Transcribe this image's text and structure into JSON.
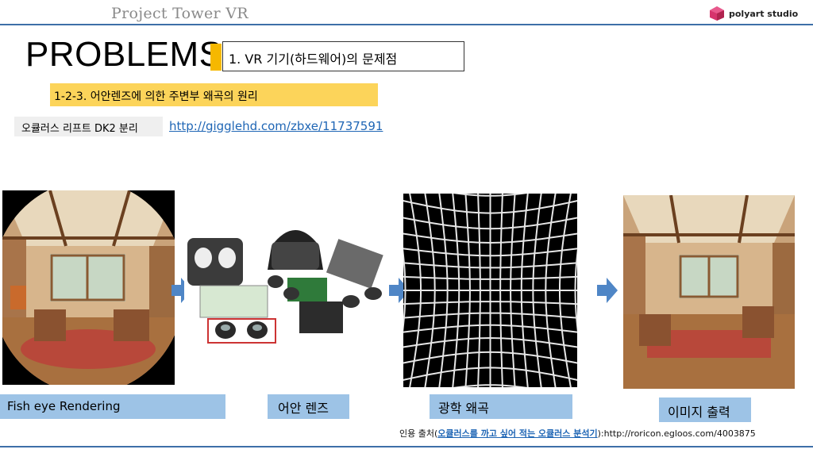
{
  "header": {
    "project_title": "Project Tower VR",
    "logo_text": "polyart studio"
  },
  "slide": {
    "heading": "PROBLEMS",
    "section": "1. VR 기기(하드웨어)의 문제점",
    "subsection": "1-2-3. 어안렌즈에 의한 주변부 왜곡의 원리",
    "dk2_label": "오큘러스 리프트 DK2 분리",
    "link": "http://gigglehd.com/zbxe/11737591"
  },
  "captions": {
    "fisheye": "Fish eye Rendering",
    "lens": "어안 렌즈",
    "distortion": "광학 왜곡",
    "output": "이미지 출력"
  },
  "citation": {
    "prefix": "인용 출처(",
    "link_text": "오큘러스를 까고 싶어 적는 오큘러스 분석기",
    "suffix": "):http://roricon.egloos.com/4003875"
  },
  "colors": {
    "accent_yellow": "#f6b800",
    "subsection_bg": "#fcd45a",
    "caption_bg": "#9dc3e6",
    "rule_blue": "#3e6fa8",
    "link_blue": "#1f66b5"
  }
}
